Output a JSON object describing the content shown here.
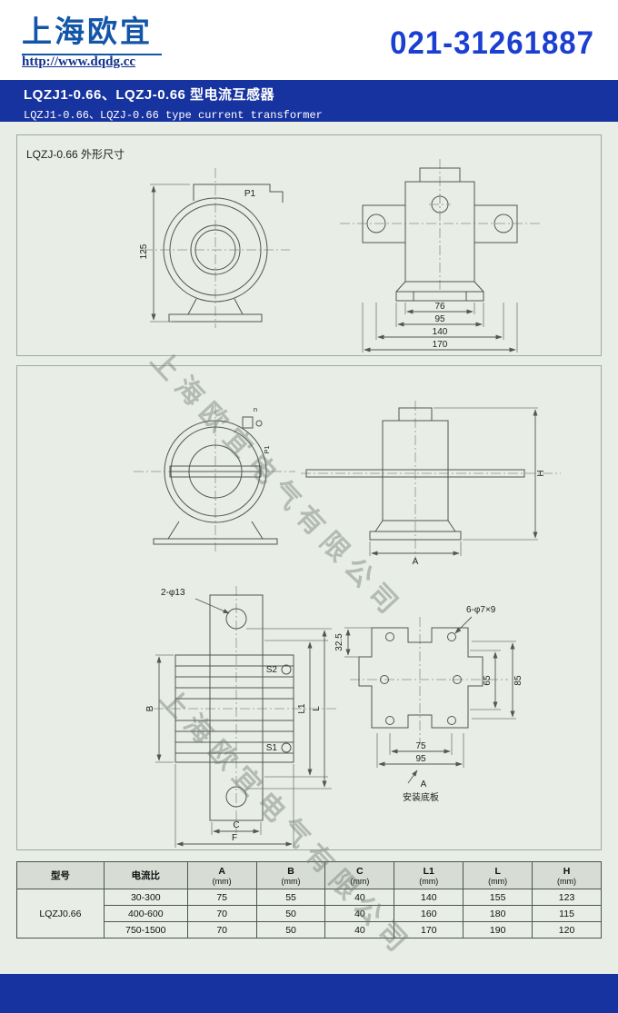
{
  "header": {
    "logo": "上海欧宜",
    "url": "http://www.dqdg.cc",
    "phone": "021-31261887"
  },
  "banner": {
    "title_cn": "LQZJ1-0.66、LQZJ-0.66 型电流互感器",
    "title_en": "LQZJ1-0.66、LQZJ-0.66  type current transformer"
  },
  "drawing": {
    "section_label": "LQZJ-0.66 外形尺寸",
    "watermark": "上海欧宜电气有限公司",
    "front_view": {
      "p1": "P1",
      "dim_height": "125"
    },
    "side_view": {
      "dim_76": "76",
      "dim_95": "95",
      "dim_140": "140",
      "dim_170": "170"
    },
    "section_view": {
      "p1": "P1",
      "n": "n"
    },
    "profile_view": {
      "dim_h": "H",
      "dim_a": "A"
    },
    "dimension_view": {
      "holes": "2-φ13",
      "s2": "S2",
      "s1": "S1",
      "dim_b": "B",
      "dim_l1": "L1",
      "dim_l": "L",
      "dim_c": "C",
      "dim_f": "F"
    },
    "base_plate": {
      "holes": "6-φ7×9",
      "dim_325": "32.5",
      "dim_65": "65",
      "dim_85": "85",
      "dim_75": "75",
      "dim_95": "95",
      "dim_a": "A",
      "caption": "安装底板"
    }
  },
  "table": {
    "col_model": "型号",
    "col_ratio": "电流比",
    "dim_cols": [
      "A",
      "B",
      "C",
      "L1",
      "L",
      "H"
    ],
    "unit": "(mm)",
    "model": "LQZJ0.66",
    "rows": [
      {
        "ratio": "30-300",
        "A": "75",
        "B": "55",
        "C": "40",
        "L1": "140",
        "L": "155",
        "H": "123"
      },
      {
        "ratio": "400-600",
        "A": "70",
        "B": "50",
        "C": "40",
        "L1": "160",
        "L": "180",
        "H": "115"
      },
      {
        "ratio": "750-1500",
        "A": "70",
        "B": "50",
        "C": "40",
        "L1": "170",
        "L": "190",
        "H": "120"
      }
    ]
  },
  "colors": {
    "banner_blue": "#1733a0",
    "logo_blue": "#1356a8",
    "phone_blue": "#1b3fd1",
    "content_bg": "#e8ede5"
  }
}
